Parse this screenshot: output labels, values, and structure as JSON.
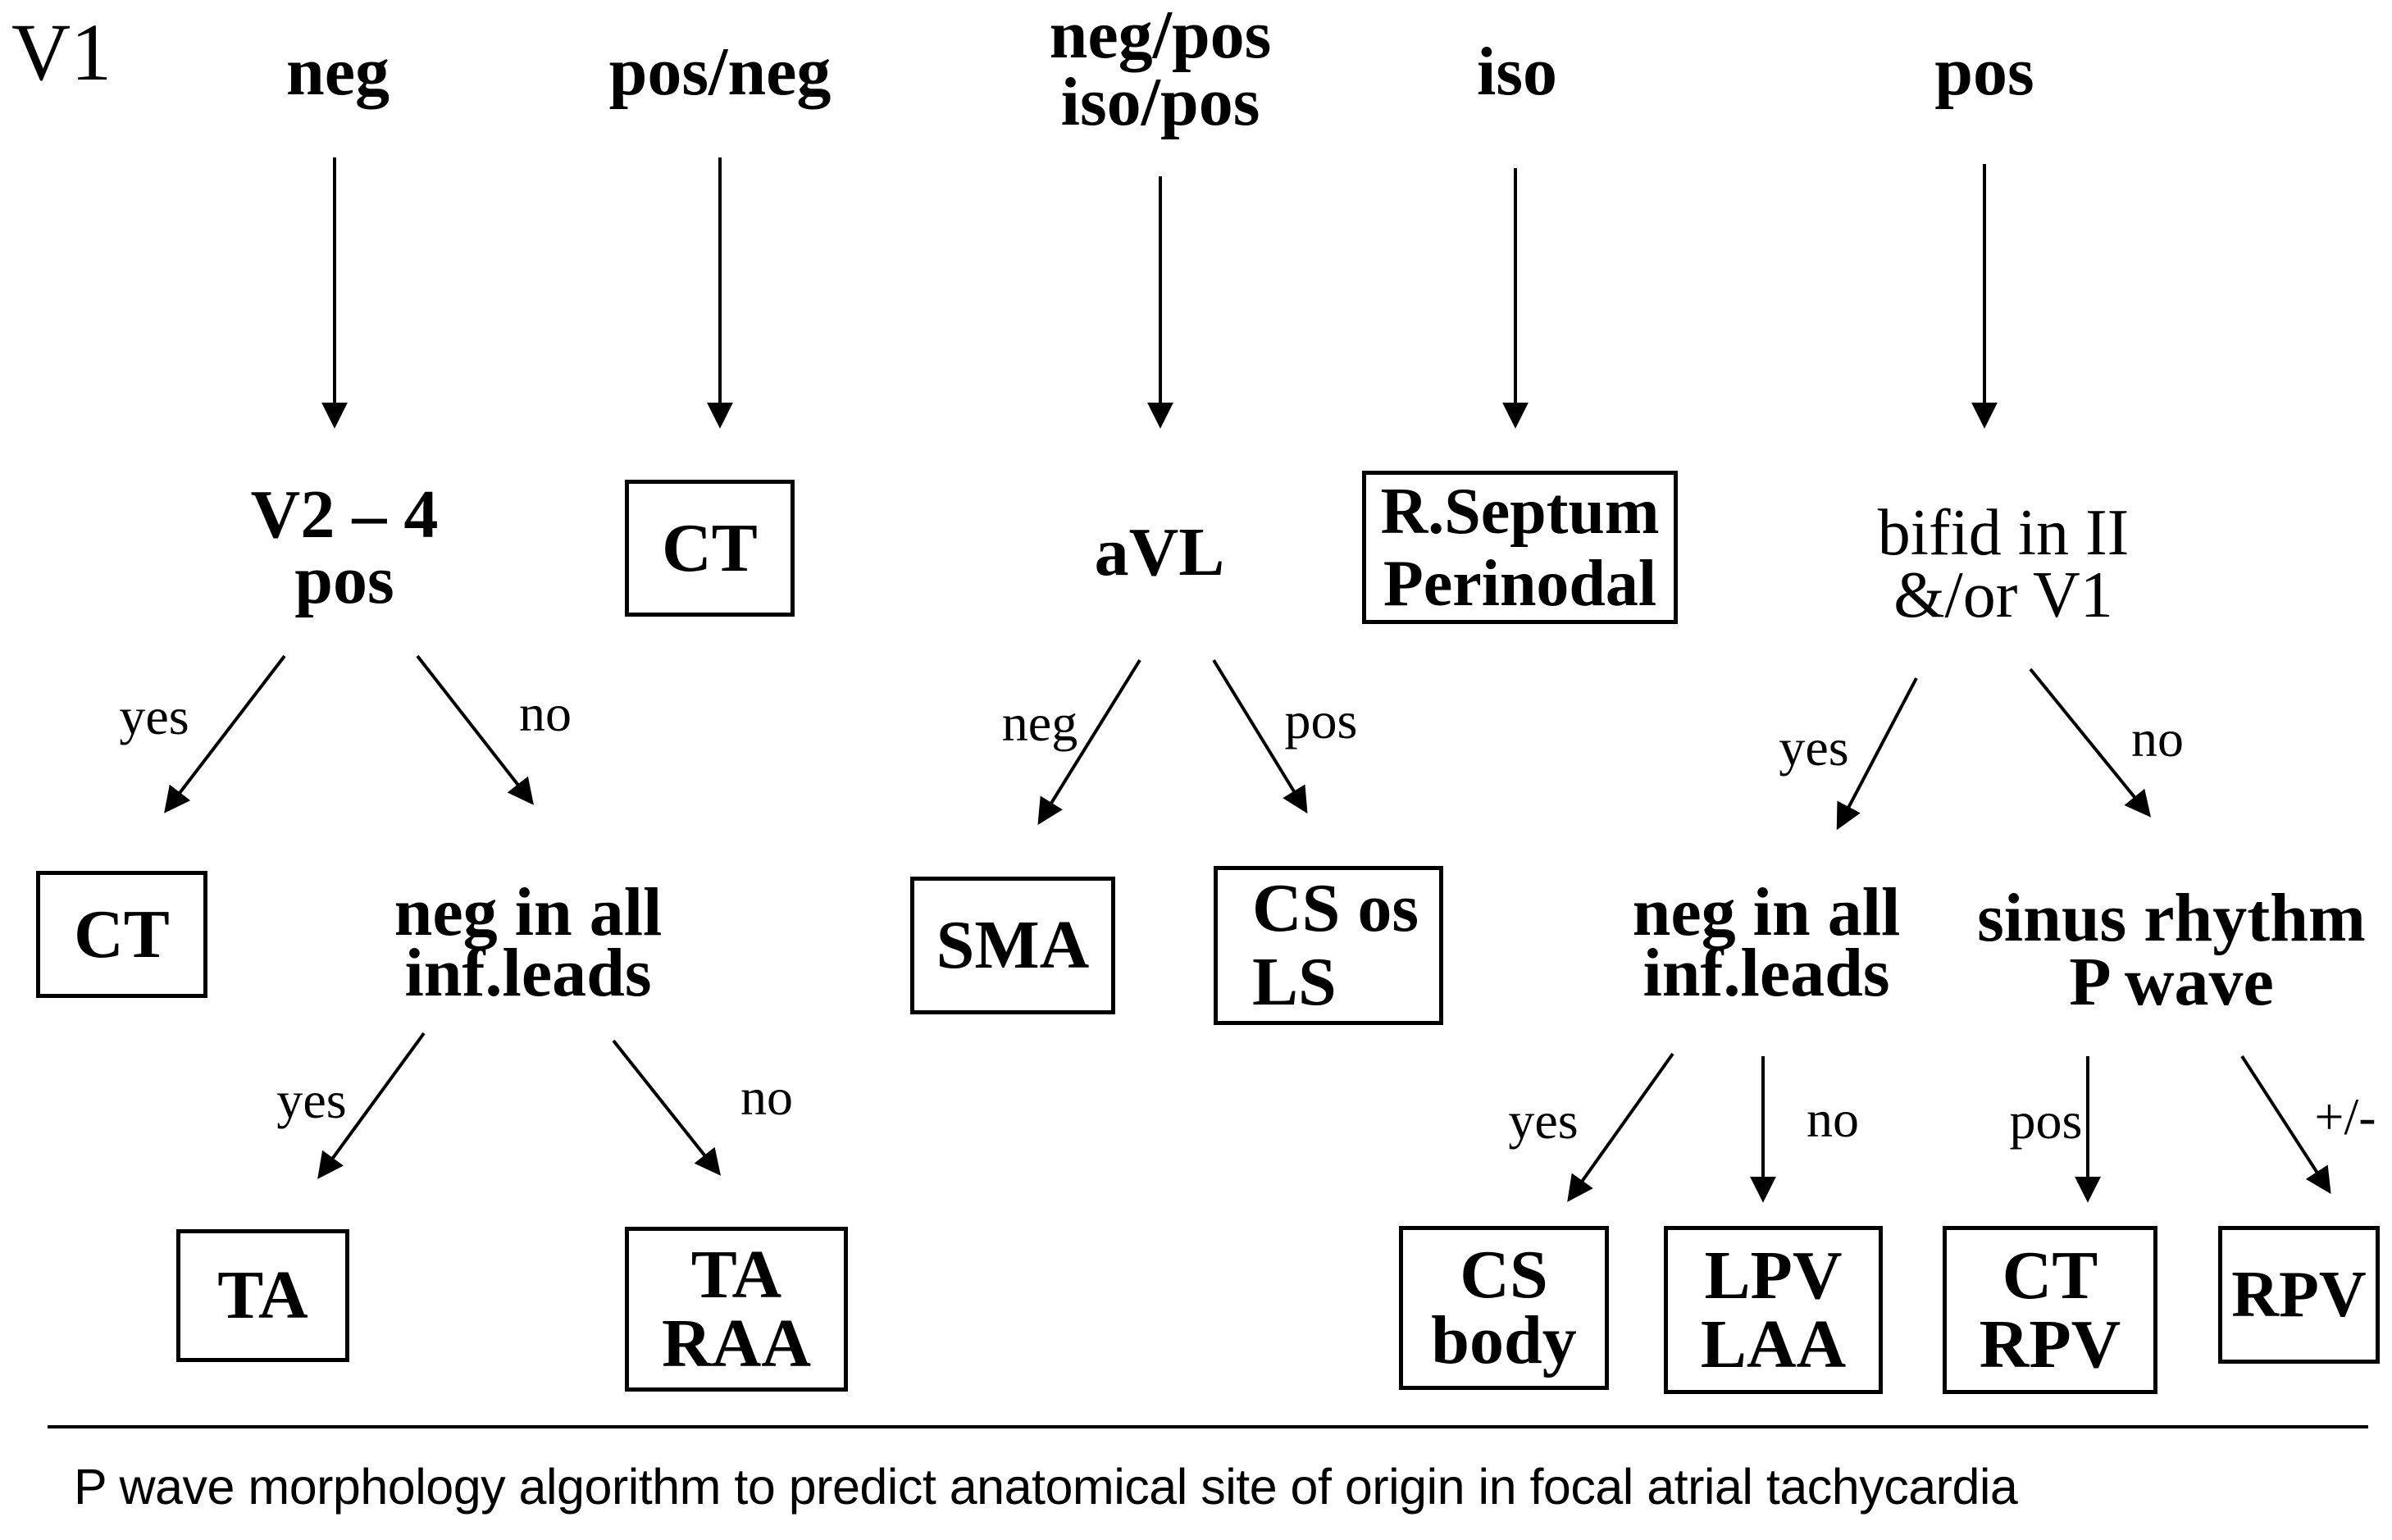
{
  "colors": {
    "ink": "#000000",
    "background": "#ffffff"
  },
  "lead_label": "V1",
  "top_row": {
    "neg": "neg",
    "pos_neg": "pos/neg",
    "negpos_line1": "neg/pos",
    "negpos_line2": "iso/pos",
    "iso": "iso",
    "pos": "pos"
  },
  "level2": {
    "v24_line1": "V2 – 4",
    "v24_line2": "pos",
    "ct_box": "CT",
    "avl": "aVL",
    "rseptum_line1": "R.Septum",
    "rseptum_line2": "Perinodal",
    "bifid_line1": "bifid in II",
    "bifid_line2": "&/or V1"
  },
  "level3": {
    "ct_box": "CT",
    "neg_inf_left_line1": "neg in all",
    "neg_inf_left_line2": "inf.leads",
    "sma_box": "SMA",
    "cs_os_line1": "CS os",
    "cs_os_line2": "LS",
    "neg_inf_right_line1": "neg in all",
    "neg_inf_right_line2": "inf.leads",
    "sinus_line1": "sinus rhythm",
    "sinus_line2": "P wave"
  },
  "level4": {
    "ta_box": "TA",
    "ta_raa_line1": "TA",
    "ta_raa_line2": "RAA",
    "cs_body_line1": "CS",
    "cs_body_line2": "body",
    "lpv_laa_line1": "LPV",
    "lpv_laa_line2": "LAA",
    "ct_rpv_line1": "CT",
    "ct_rpv_line2": "RPV",
    "rpv_box": "RPV"
  },
  "edge_labels": {
    "v24_yes": "yes",
    "v24_no": "no",
    "avl_neg": "neg",
    "avl_pos": "pos",
    "bifid_yes": "yes",
    "bifid_no": "no",
    "left_inf_yes": "yes",
    "left_inf_no": "no",
    "right_inf_yes": "yes",
    "right_inf_no": "no",
    "sinus_pos": "pos",
    "sinus_pm": "+/-"
  },
  "caption": "P wave morphology algorithm to predict anatomical site of origin in focal atrial tachycardia"
}
